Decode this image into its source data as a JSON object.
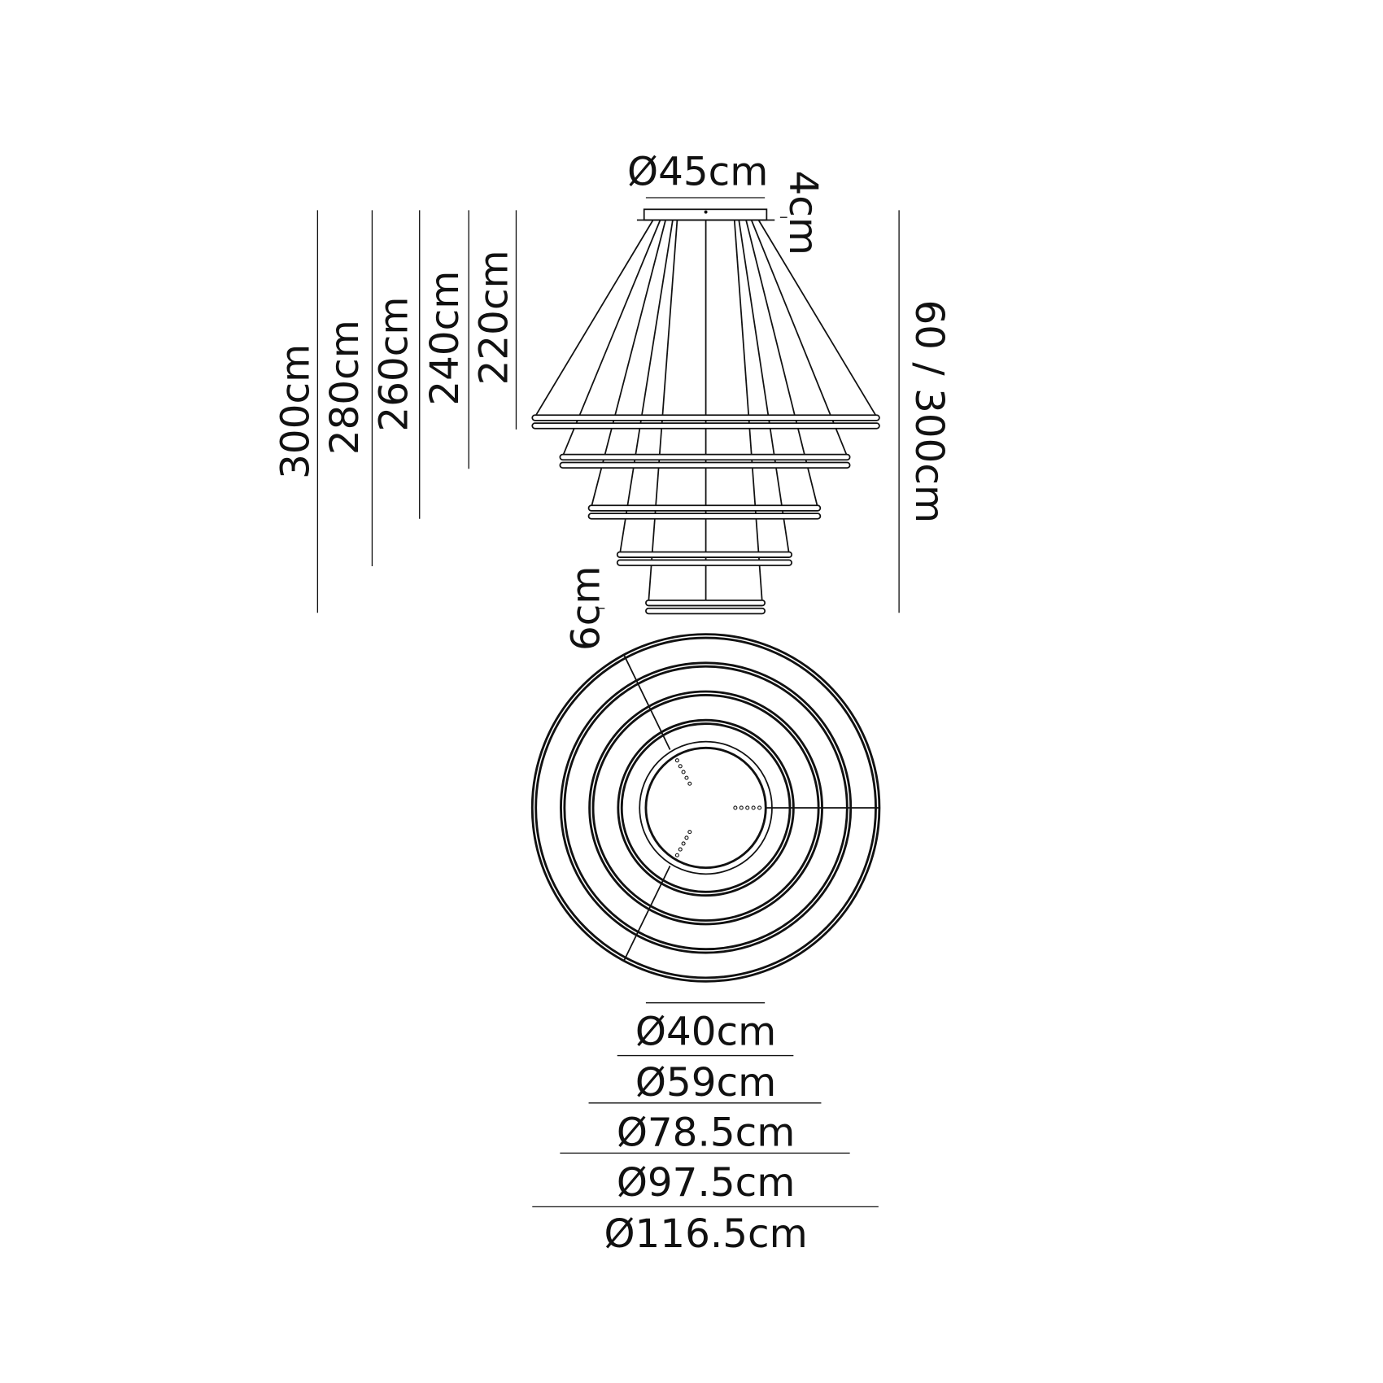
{
  "diagram": {
    "canopy_diameter": "Ø45cm",
    "canopy_height": "4cm",
    "ring_height": "6cm",
    "drop_labels": [
      "300cm",
      "280cm",
      "260cm",
      "240cm",
      "220cm"
    ],
    "adjustable_drop": "60 / 300cm",
    "ring_diameters": [
      "Ø40cm",
      "Ø59cm",
      "Ø78.5cm",
      "Ø97.5cm",
      "Ø116.5cm"
    ],
    "line_color": "#111111"
  }
}
